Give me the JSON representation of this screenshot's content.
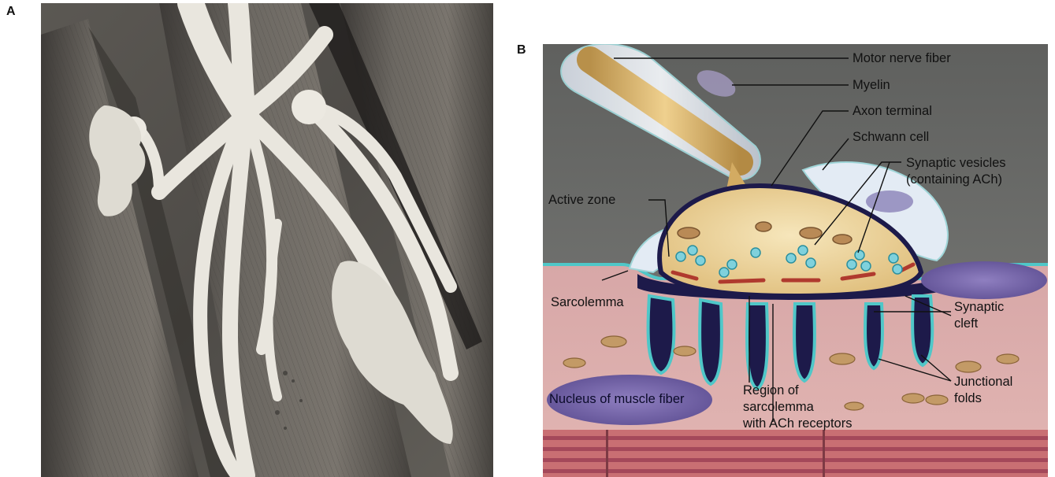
{
  "panels": {
    "a": {
      "letter": "A",
      "image": "scanning-electron-micrograph-neuromuscular-junction"
    },
    "b": {
      "letter": "B",
      "image": "neuromuscular-junction-illustration"
    }
  },
  "labels": {
    "motor_nerve_fiber": "Motor nerve fiber",
    "myelin": "Myelin",
    "axon_terminal": "Axon terminal",
    "schwann_cell": "Schwann cell",
    "synaptic_vesicles": "Synaptic vesicles\n(containing ACh)",
    "active_zone": "Active zone",
    "sarcolemma": "Sarcolemma",
    "synaptic_cleft": "Synaptic\ncleft",
    "junctional_folds": "Junctional\nfolds",
    "nucleus_of_muscle_fiber": "Nucleus of muscle fiber",
    "region_of_sarcolemma": "Region of\nsarcolemma\nwith ACh receptors"
  },
  "colors": {
    "axon": "#d9b56a",
    "terminal": "#f0dcaa",
    "muscle": "#d9a8a9",
    "cleft": "#1d1a4a",
    "membrane": "#4fc7c8",
    "schwann": "#dfe8f2",
    "nucleus": "#7565a8",
    "background_dark": "#6e6f6d",
    "micrograph_base": "#585550"
  }
}
